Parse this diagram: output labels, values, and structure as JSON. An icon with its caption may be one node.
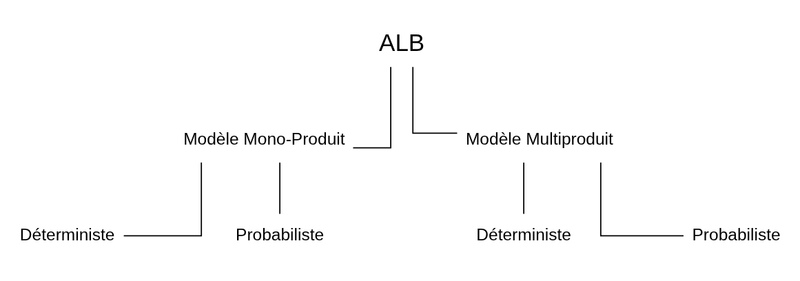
{
  "diagram": {
    "nodes": [
      {
        "text": [
          "ALB"
        ]
      },
      {
        "text": [
          "Modèle Mono-Produit"
        ]
      },
      {
        "text": [
          "Modèle Multiproduit"
        ]
      },
      {
        "text": [
          "Déterministe"
        ]
      },
      {
        "text": [
          "Probabiliste"
        ]
      },
      {
        "text": [
          "Déterministe"
        ]
      },
      {
        "text": [
          "Probabiliste"
        ]
      }
    ],
    "edges": [
      {
        "from": 0,
        "to": 1,
        "arrow": "none"
      },
      {
        "from": 0,
        "to": 2,
        "arrow": "none"
      },
      {
        "from": 1,
        "to": 3,
        "arrow": "none"
      },
      {
        "from": 1,
        "to": 4,
        "arrow": "none"
      },
      {
        "from": 2,
        "to": 5,
        "arrow": "none"
      },
      {
        "from": 2,
        "to": 6,
        "arrow": "none"
      }
    ]
  }
}
